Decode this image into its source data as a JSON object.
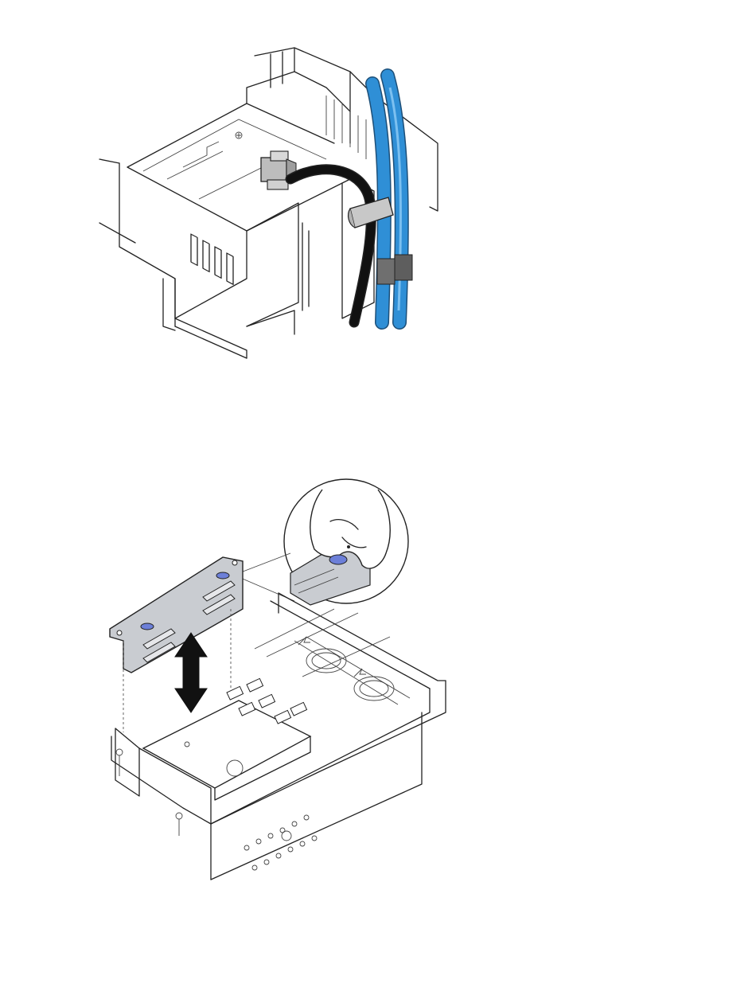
{
  "figures": [
    {
      "name": "cable-routing-illustration",
      "icon": "cable-clip-illustration"
    },
    {
      "name": "backplane-removal-illustration",
      "icon": "backplane-lift-illustration"
    }
  ],
  "colors": {
    "cable_blue": "#2f8fd6",
    "cable_black": "#111111",
    "latch_blue": "#6c7fd8",
    "clip_gray": "#c8c8c8",
    "board_gray": "#c9ccd1",
    "line": "#222222"
  }
}
